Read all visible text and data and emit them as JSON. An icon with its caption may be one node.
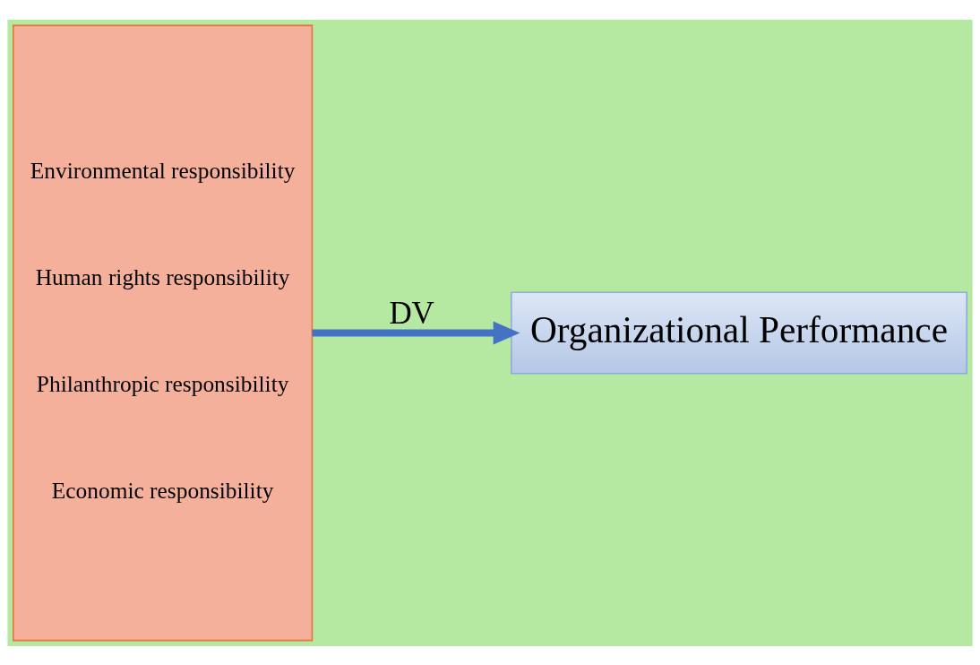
{
  "diagram": {
    "nodes": [
      {
        "text": [
          "Environmental responsibility",
          "Human rights responsibility",
          "Philanthropic responsibility",
          "Economic responsibility"
        ]
      },
      {
        "text": [
          "Organizational Performance"
        ]
      }
    ],
    "edges": [
      {
        "from": 0,
        "to": 1,
        "arrow": "to",
        "label": "DV",
        "color": "#4472c4"
      }
    ]
  }
}
